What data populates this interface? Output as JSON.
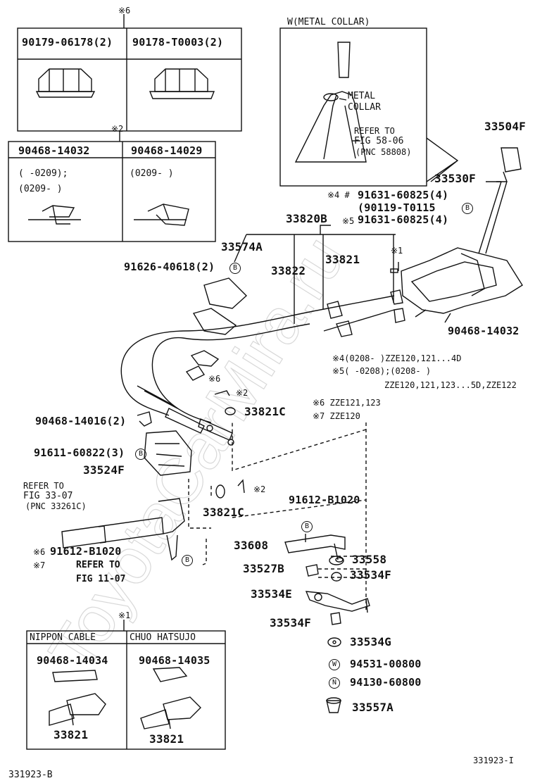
{
  "boxes": {
    "top_nuts": {
      "mark": "※6",
      "left_part": "90179-06178(2)",
      "right_part": "90178-T0003(2)"
    },
    "clips": {
      "mark": "※2",
      "left_part": "90468-14032",
      "right_part": "90468-14029",
      "left_range_a": "(    -0209);",
      "left_range_b": "(0209-    )",
      "right_range": "(0209-     )"
    },
    "cable_ends": {
      "mark": "※1",
      "left_header": "NIPPON CABLE",
      "right_header": "CHUO HATSUJO",
      "left_part": "90468-14034",
      "right_part": "90468-14035",
      "left_bottom": "33821",
      "right_bottom": "33821"
    },
    "collar_inset": {
      "title": "W(METAL COLLAR)",
      "metal": "METAL",
      "collar": "COLLAR",
      "refer1": "REFER TO",
      "refer2": "FIG 58-06",
      "refer3": "(PNC 58808)"
    }
  },
  "labels": {
    "p33504F": "33504F",
    "p33530F": "33530F",
    "mark4_prefix": "※4 #",
    "p91631a": "91631-60825(4)",
    "p90119": "(90119-T0115",
    "mark5": "※5",
    "p91631b": "91631-60825(4)",
    "p33820B": "33820B",
    "p33574A": "33574A",
    "p33822": "33822",
    "p33821": "33821",
    "mark1": "※1",
    "p91626": "91626-40618(2)",
    "p90468_14032": "90468-14032",
    "p90468_14016": "90468-14016(2)",
    "mark6": "※6",
    "mark2": "※2",
    "p33821C_a": "33821C",
    "p91611": "91611-60822(3)",
    "p33524F": "33524F",
    "refer_a1": "REFER TO",
    "refer_a2": "FIG 33-07",
    "refer_a3": "(PNC 33261C)",
    "p33821C_b": "33821C",
    "mark2b": "※2",
    "p91612_top": "91612-B1020",
    "p33608": "33608",
    "p33558": "33558",
    "mark6b": "※6",
    "p91612_left": "91612-B1020",
    "mark7b": "※7",
    "refer_b1": "REFER TO",
    "refer_b2": "FIG 11-07",
    "p33527B": "33527B",
    "p33534F_a": "33534F",
    "p33534E": "33534E",
    "p33534F_b": "33534F",
    "p33534G": "33534G",
    "p94531": "94531-00800",
    "p94130": "94130-60800",
    "p33557A": "33557A"
  },
  "notes": {
    "n4": "※4(0208-    )ZZE120,121...4D",
    "n5a": "※5(     -0208);(0208-     )",
    "n5b": "ZZE120,121,123...5D,ZZE122",
    "n6": "※6 ZZE121,123",
    "n7": "※7 ZZE120"
  },
  "symbols": {
    "B": "B",
    "W": "W",
    "N": "N"
  },
  "footer": {
    "left_code": "331923-B",
    "right_code": "331923-I"
  },
  "watermark": "ToyotaCarMira.ru"
}
